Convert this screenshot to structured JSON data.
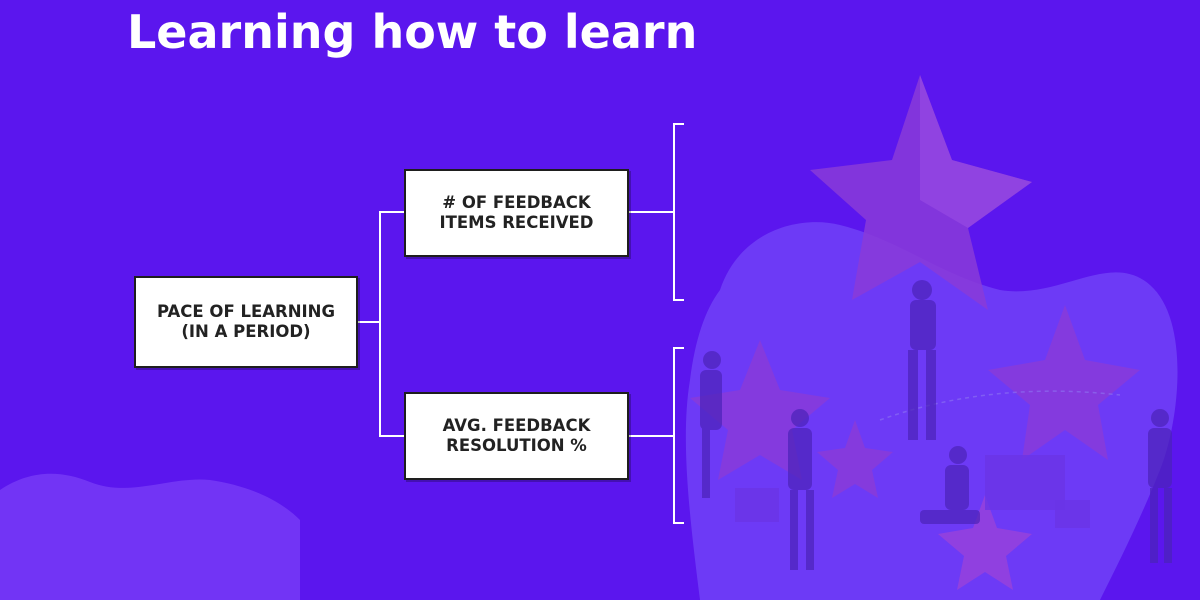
{
  "title": "Learning how to learn",
  "diagram": {
    "root": {
      "line1": "PACE OF LEARNING",
      "line2": "(IN A PERIOD)"
    },
    "children": [
      {
        "line1": "# OF FEEDBACK",
        "line2": "ITEMS RECEIVED"
      },
      {
        "line1": "AVG. FEEDBACK",
        "line2": "RESOLUTION %"
      }
    ]
  },
  "colors": {
    "background": "#5b16ee",
    "blob": "#6f3cf6",
    "wave": "#7a3ff7",
    "star": "#8a3bd8",
    "star_shade": "#7530c2",
    "box_fill": "#ffffff",
    "connector": "#ffffff",
    "text": "#222222",
    "title": "#ffffff"
  },
  "illustration": {
    "icon": "stars-and-people-icon"
  }
}
